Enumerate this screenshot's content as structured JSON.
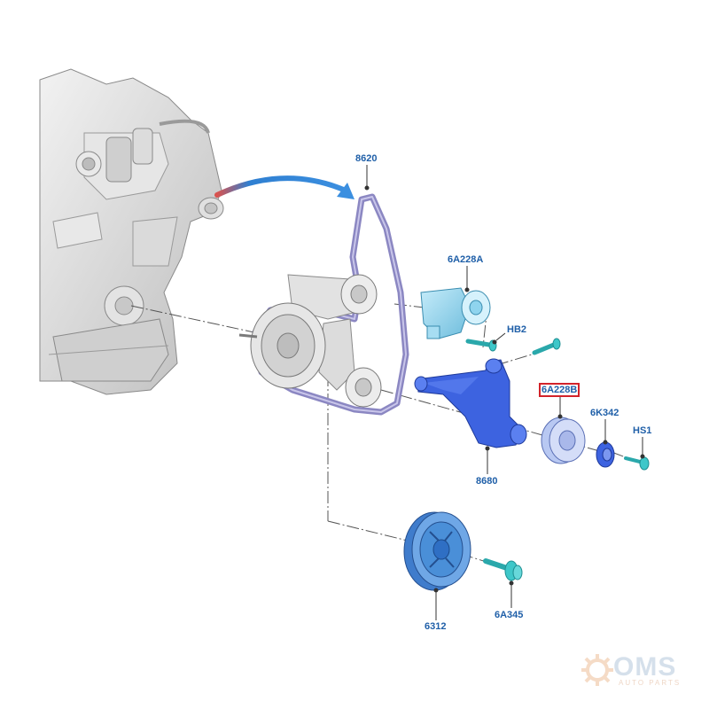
{
  "colors": {
    "callout_text": "#1f5fa8",
    "highlight_border": "#d2232a",
    "belt": "#8b87c2",
    "bracket_blue": "#3d63e0",
    "pulley_blue": "#4a8fd8",
    "tensioner_cyan": "#8fd4ee",
    "bolt_cyan": "#3ec7c9",
    "arrow_blue": "#2f7fd1",
    "engine_gray": "#d6d6d6"
  },
  "callouts": {
    "belt": "8620",
    "tensioner": "6A228A",
    "bolt_hb2": "HB2",
    "idler_pulley": "6A228B",
    "washer": "6K342",
    "bolt_hs1": "HS1",
    "bracket": "8680",
    "crank_pulley": "6312",
    "crank_bolt": "6A345"
  },
  "watermark": {
    "text": "OMS",
    "subtext": "AUTO PARTS",
    "icon": "gear-icon"
  }
}
